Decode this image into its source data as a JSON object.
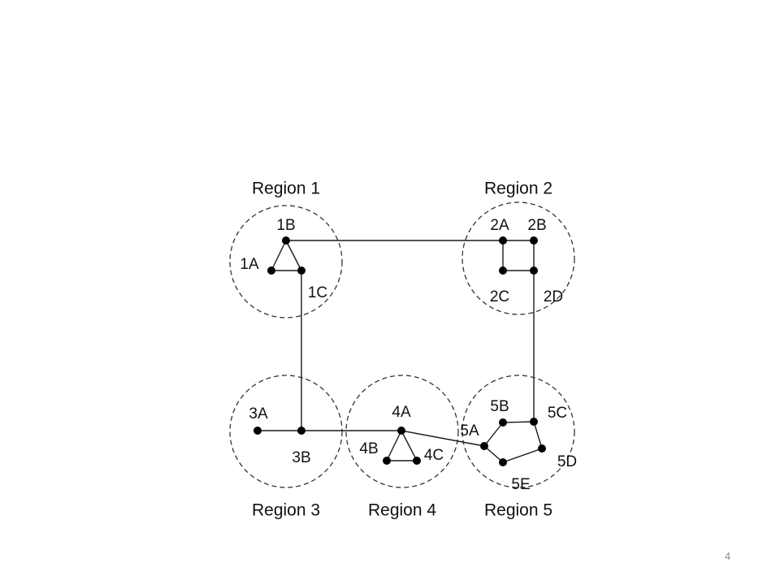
{
  "slide": {
    "page_number": "4"
  },
  "colors": {
    "line": "#1a1a1a",
    "node": "#000000",
    "region_border": "#333333"
  },
  "regions": [
    {
      "id": "r1",
      "label": "Region 1"
    },
    {
      "id": "r2",
      "label": "Region 2"
    },
    {
      "id": "r3",
      "label": "Region 3"
    },
    {
      "id": "r4",
      "label": "Region 4"
    },
    {
      "id": "r5",
      "label": "Region 5"
    }
  ],
  "nodes": [
    {
      "id": "1A",
      "label": "1A",
      "region": "r1"
    },
    {
      "id": "1B",
      "label": "1B",
      "region": "r1"
    },
    {
      "id": "1C",
      "label": "1C",
      "region": "r1"
    },
    {
      "id": "2A",
      "label": "2A",
      "region": "r2"
    },
    {
      "id": "2B",
      "label": "2B",
      "region": "r2"
    },
    {
      "id": "2C",
      "label": "2C",
      "region": "r2"
    },
    {
      "id": "2D",
      "label": "2D",
      "region": "r2"
    },
    {
      "id": "3A",
      "label": "3A",
      "region": "r3"
    },
    {
      "id": "3B",
      "label": "3B",
      "region": "r3"
    },
    {
      "id": "4A",
      "label": "4A",
      "region": "r4"
    },
    {
      "id": "4B",
      "label": "4B",
      "region": "r4"
    },
    {
      "id": "4C",
      "label": "4C",
      "region": "r4"
    },
    {
      "id": "5A",
      "label": "5A",
      "region": "r5"
    },
    {
      "id": "5B",
      "label": "5B",
      "region": "r5"
    },
    {
      "id": "5C",
      "label": "5C",
      "region": "r5"
    },
    {
      "id": "5D",
      "label": "5D",
      "region": "r5"
    },
    {
      "id": "5E",
      "label": "5E",
      "region": "r5"
    }
  ],
  "edges": [
    [
      "1A",
      "1B"
    ],
    [
      "1B",
      "1C"
    ],
    [
      "1A",
      "1C"
    ],
    [
      "1B",
      "2A"
    ],
    [
      "1C",
      "3B"
    ],
    [
      "2A",
      "2B"
    ],
    [
      "2A",
      "2C"
    ],
    [
      "2B",
      "2D"
    ],
    [
      "2C",
      "2D"
    ],
    [
      "2D",
      "5C"
    ],
    [
      "3A",
      "3B"
    ],
    [
      "3B",
      "4A"
    ],
    [
      "4A",
      "4B"
    ],
    [
      "4A",
      "4C"
    ],
    [
      "4B",
      "4C"
    ],
    [
      "4A",
      "5A"
    ],
    [
      "5A",
      "5B"
    ],
    [
      "5B",
      "5C"
    ],
    [
      "5C",
      "5D"
    ],
    [
      "5D",
      "5E"
    ],
    [
      "5A",
      "5E"
    ]
  ]
}
